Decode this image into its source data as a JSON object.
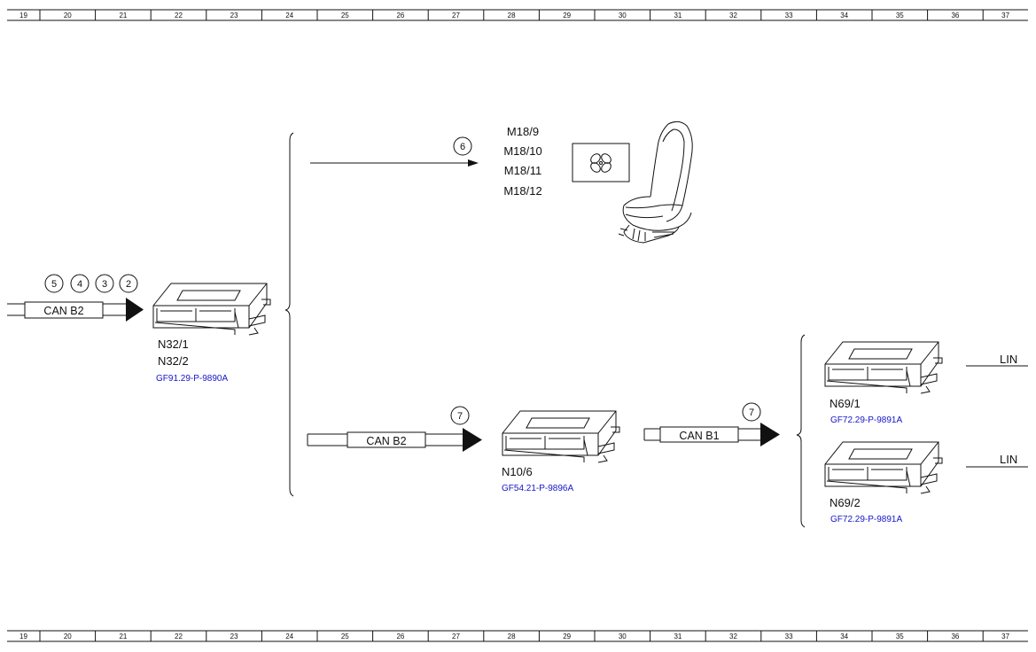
{
  "ruler": {
    "numbers": [
      "19",
      "20",
      "21",
      "22",
      "23",
      "24",
      "25",
      "26",
      "27",
      "28",
      "29",
      "30",
      "31",
      "32",
      "33",
      "34",
      "35",
      "36",
      "37"
    ]
  },
  "input": {
    "bus_label": "CAN B2",
    "markers": [
      "5",
      "4",
      "3",
      "2"
    ]
  },
  "source_module": {
    "labels": [
      "N32/1",
      "N32/2"
    ],
    "ref": "GF91.29-P-9890A"
  },
  "upper_branch": {
    "marker": "6",
    "components": [
      "M18/9",
      "M18/10",
      "M18/11",
      "M18/12"
    ],
    "fan_icon": "fan-icon",
    "seat_icon": "seat-icon"
  },
  "lower_branch": {
    "bus_in": "CAN B2",
    "marker_in": "7",
    "module": {
      "label": "N10/6",
      "ref": "GF54.21-P-9896A"
    },
    "bus_out": "CAN B1",
    "marker_out": "7"
  },
  "right_modules": [
    {
      "label": "N69/1",
      "ref": "GF72.29-P-9891A",
      "bus": "LIN"
    },
    {
      "label": "N69/2",
      "ref": "GF72.29-P-9891A",
      "bus": "LIN"
    }
  ],
  "colors": {
    "line": "#111111",
    "ref_link": "#1515c8",
    "background": "#ffffff"
  }
}
